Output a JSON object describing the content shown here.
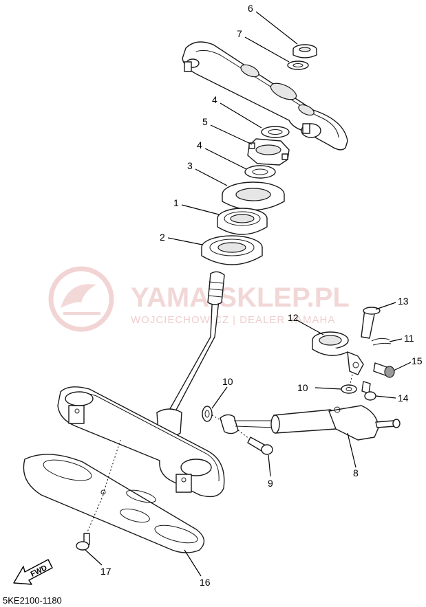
{
  "diagram": {
    "code": "5KE2100-1180",
    "watermark": {
      "title": "YAMA-SKLEP.PL",
      "subtitle": "WOJCIECHOWICZ | DEALER YAMAHA",
      "color": "#e9b8b8"
    },
    "fwd_label": "FWD",
    "callouts": [
      {
        "id": "c6",
        "text": "6"
      },
      {
        "id": "c7",
        "text": "7"
      },
      {
        "id": "c4a",
        "text": "4"
      },
      {
        "id": "c5",
        "text": "5"
      },
      {
        "id": "c4b",
        "text": "4"
      },
      {
        "id": "c3",
        "text": "3"
      },
      {
        "id": "c1",
        "text": "1"
      },
      {
        "id": "c2",
        "text": "2"
      },
      {
        "id": "c13",
        "text": "13"
      },
      {
        "id": "c12",
        "text": "12"
      },
      {
        "id": "c11",
        "text": "11"
      },
      {
        "id": "c15",
        "text": "15"
      },
      {
        "id": "c10a",
        "text": "10"
      },
      {
        "id": "c10b",
        "text": "10"
      },
      {
        "id": "c14",
        "text": "14"
      },
      {
        "id": "c9",
        "text": "9"
      },
      {
        "id": "c8",
        "text": "8"
      },
      {
        "id": "c17",
        "text": "17"
      },
      {
        "id": "c16",
        "text": "16"
      }
    ]
  }
}
